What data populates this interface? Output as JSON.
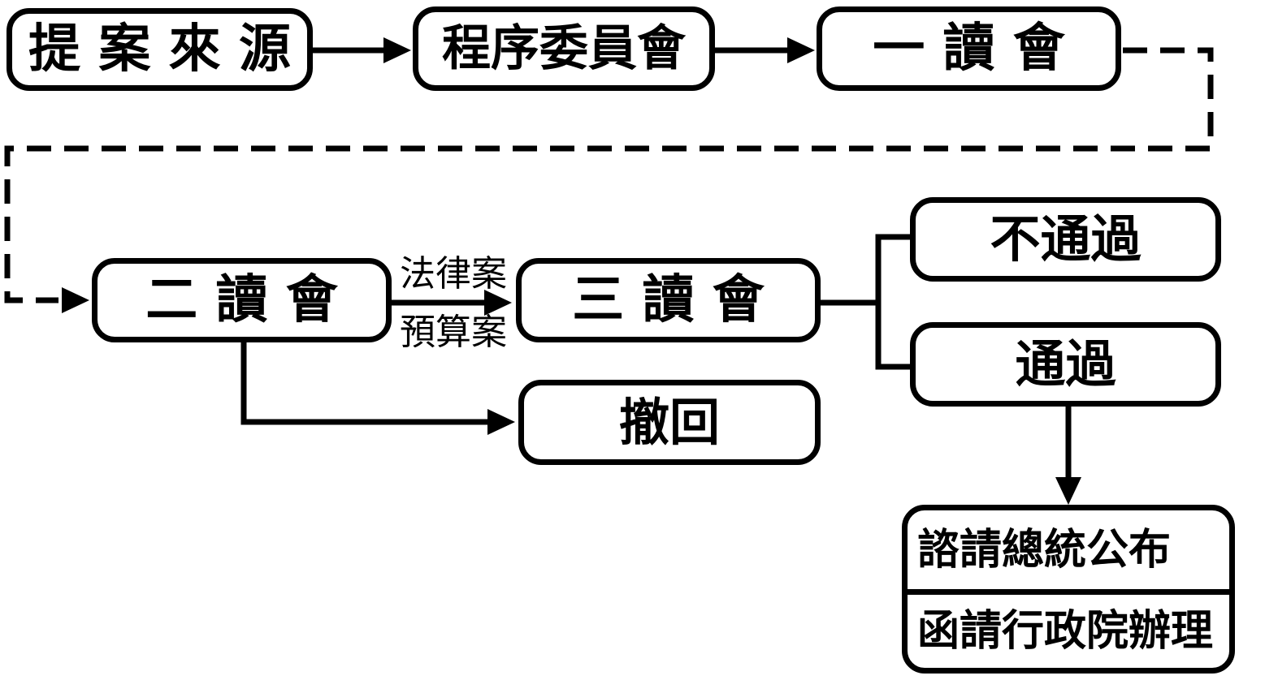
{
  "diagram": {
    "type": "flowchart",
    "language": "zh-Hant",
    "colors": {
      "stroke": "#000000",
      "background": "#ffffff",
      "text": "#000000"
    },
    "nodes": {
      "source": {
        "label": "提 案 來 源"
      },
      "procedure_committee": {
        "label": "程序委員會"
      },
      "first_reading": {
        "label": "一 讀 會"
      },
      "second_reading": {
        "label": "二 讀 會"
      },
      "third_reading": {
        "label": "三 讀 會"
      },
      "withdraw": {
        "label": "撤回"
      },
      "not_passed": {
        "label": "不通過"
      },
      "passed": {
        "label": "通過"
      },
      "final_action": {
        "rows": [
          "諮請總統公布",
          "函請行政院辦理"
        ]
      }
    },
    "edge_labels": {
      "law_bill": "法律案",
      "budget_bill": "預算案"
    },
    "edges": [
      {
        "from": "source",
        "to": "procedure_committee",
        "style": "solid-arrow"
      },
      {
        "from": "procedure_committee",
        "to": "first_reading",
        "style": "solid-arrow"
      },
      {
        "from": "first_reading",
        "to": "second_reading",
        "style": "dashed-arrow"
      },
      {
        "from": "second_reading",
        "to": "third_reading",
        "style": "solid-arrow",
        "labels": [
          "法律案",
          "預算案"
        ]
      },
      {
        "from": "second_reading",
        "to": "withdraw",
        "style": "solid-arrow"
      },
      {
        "from": "third_reading",
        "to": "not_passed",
        "style": "solid-line"
      },
      {
        "from": "third_reading",
        "to": "passed",
        "style": "solid-line"
      },
      {
        "from": "passed",
        "to": "final_action",
        "style": "solid-arrow"
      }
    ]
  }
}
